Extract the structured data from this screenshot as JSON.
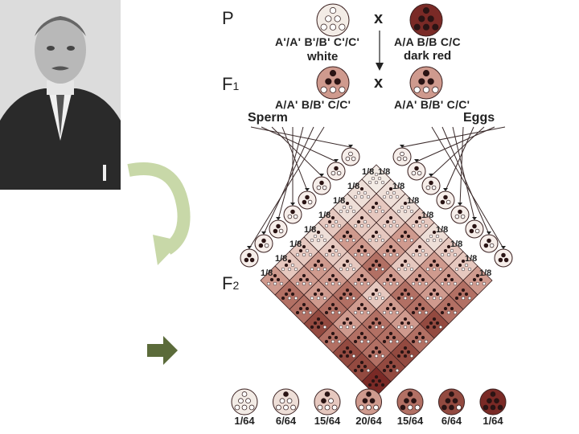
{
  "generations": {
    "p": "P",
    "f1": "F",
    "f1_sub": "1",
    "f2": "F",
    "f2_sub": "2"
  },
  "cross_symbol": "x",
  "parents": {
    "left_genotype": "A'/A' B'/B' C'/C'",
    "left_phenotype": "white",
    "right_genotype": "A/A B/B C/C",
    "right_phenotype": "dark red"
  },
  "f1": {
    "left_genotype": "A/A' B/B' C/C'",
    "right_genotype": "A/A' B/B' C/C'"
  },
  "labels": {
    "sperm": "Sperm",
    "eggs": "Eggs"
  },
  "gamete_fraction": "1/8",
  "f2_ratios": [
    {
      "ratio": "1/64",
      "red_alleles": 0,
      "color": "#f3ece6"
    },
    {
      "ratio": "6/64",
      "red_alleles": 1,
      "color": "#eedfd8"
    },
    {
      "ratio": "15/64",
      "red_alleles": 2,
      "color": "#e6c8bf"
    },
    {
      "ratio": "20/64",
      "red_alleles": 3,
      "color": "#cf9a8e"
    },
    {
      "ratio": "15/64",
      "red_alleles": 4,
      "color": "#b27064"
    },
    {
      "ratio": "6/64",
      "red_alleles": 5,
      "color": "#934a40"
    },
    {
      "ratio": "1/64",
      "red_alleles": 6,
      "color": "#7a2a26"
    }
  ],
  "colors": {
    "arrow_green": "#c8d8a8",
    "block_arrow": "#5b6b3a",
    "grid_line": "#3a2020"
  }
}
